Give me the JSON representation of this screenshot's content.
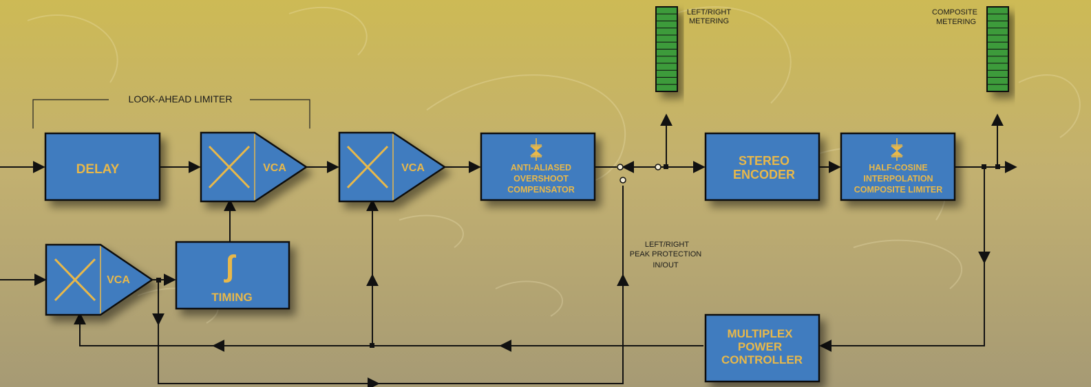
{
  "labels": {
    "look_ahead_limiter": "LOOK-AHEAD LIMITER",
    "delay": "DELAY",
    "vca": "VCA",
    "timing": "TIMING",
    "integral_symbol": "∫",
    "aa_comp": [
      "ANTI-ALIASED",
      "OVERSHOOT",
      "COMPENSATOR"
    ],
    "stereo_encoder": [
      "STEREO",
      "ENCODER"
    ],
    "hc_limiter": [
      "HALF-COSINE",
      "INTERPOLATION",
      "COMPOSITE LIMITER"
    ],
    "mpx_controller": [
      "MULTIPLEX",
      "POWER",
      "CONTROLLER"
    ],
    "lr_metering": [
      "LEFT/RIGHT",
      "METERING"
    ],
    "composite_metering": [
      "COMPOSITE",
      "METERING"
    ],
    "lr_peak_protection": [
      "LEFT/RIGHT",
      "PEAK PROTECTION",
      "IN/OUT"
    ]
  },
  "meters": {
    "left_right_segments": 12,
    "composite_segments": 12
  },
  "colors": {
    "block_fill": "#3F7BBF",
    "block_text": "#E8B84A",
    "meter_green": "#3E9B3A",
    "background_top": "#C9B65A",
    "background_bottom": "#A89A6E",
    "wire": "#111111"
  }
}
